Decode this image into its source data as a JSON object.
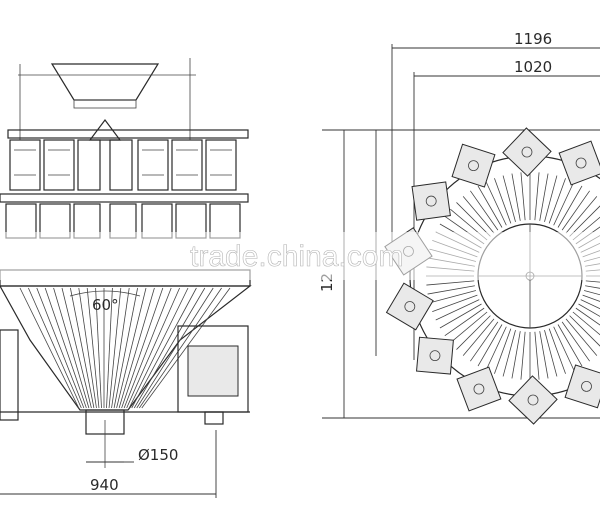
{
  "dimensions": {
    "front_width": "940",
    "outlet_diameter": "Ø150",
    "cone_angle": "60°",
    "top_width": "1196",
    "top_width_inner": "1020",
    "top_height": "12"
  },
  "watermark": "trade.china.com",
  "colors": {
    "line": "#2a2a2a",
    "background": "#ffffff"
  }
}
